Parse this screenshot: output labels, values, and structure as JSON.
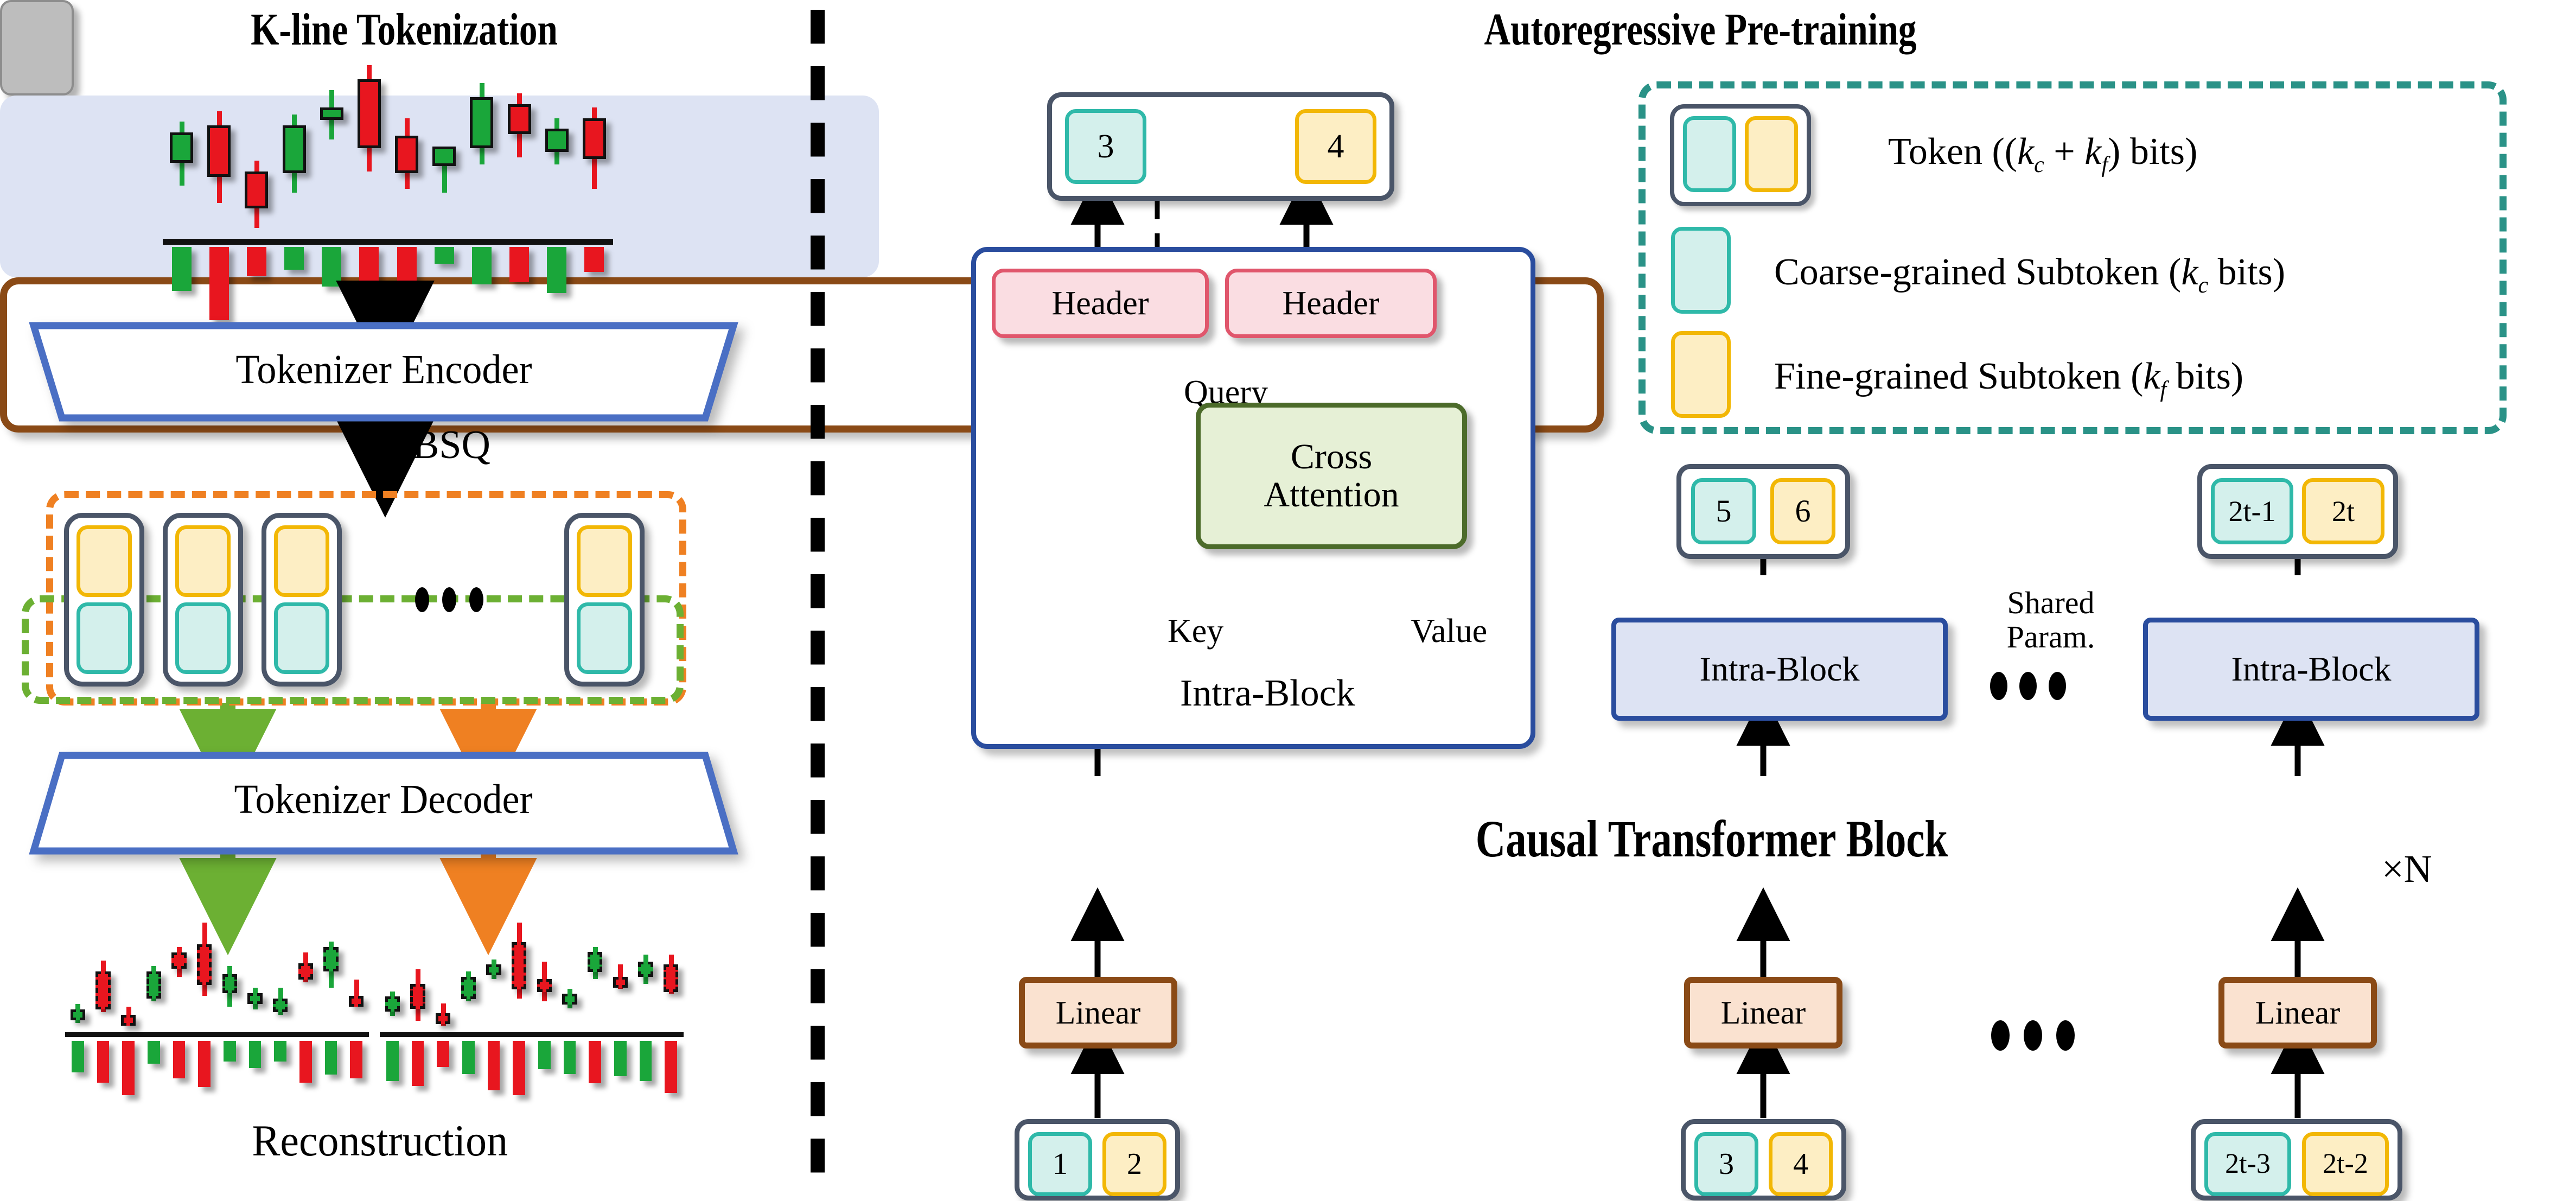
{
  "panels": {
    "left": {
      "title": "K-line Tokenization"
    },
    "right": {
      "title": "Autoregressive Pre-training"
    }
  },
  "left_panel": {
    "encoder_label": "Tokenizer Encoder",
    "decoder_label": "Tokenizer Decoder",
    "bsq_label": "BSQ",
    "reconstruction_label": "Reconstruction",
    "ellipsis": "•••"
  },
  "legend": {
    "items": [
      {
        "id": "token",
        "swatch": "token",
        "text": "Token ((kᴄ + kғ) bits)",
        "text_plain": "Token ((kc + kf) bits)"
      },
      {
        "id": "coarse",
        "swatch": "coarse",
        "text": "Coarse-grained Subtoken (kᴄ bits)",
        "text_plain": "Coarse-grained Subtoken (kc bits)"
      },
      {
        "id": "fine",
        "swatch": "fine",
        "text": "Fine-grained Subtoken (kғ bits)",
        "text_plain": "Fine-grained Subtoken (kf bits)"
      }
    ]
  },
  "right_panel": {
    "output_token": {
      "coarse": "3",
      "fine": "4"
    },
    "intra_block_detail": {
      "title": "Intra-Block",
      "header_left": "Header",
      "header_right": "Header",
      "cross_attention": "Cross\nAttention",
      "cross_attention_line1": "Cross",
      "cross_attention_line2": "Attention",
      "query_label": "Query",
      "key_label": "Key",
      "value_label": "Value"
    },
    "shared": {
      "label_line1": "Shared",
      "label_line2": "Param.",
      "ellipsis": "•••",
      "block_left_label": "Intra-Block",
      "block_right_label": "Intra-Block",
      "out_token_left": {
        "coarse": "5",
        "fine": "6"
      },
      "out_token_right": {
        "coarse": "2t-1",
        "fine": "2t"
      }
    },
    "transformer": {
      "label": "Causal Transformer Block",
      "repeat": "×N"
    },
    "linear_label": "Linear",
    "bottom_ellipsis": "•••",
    "input_tokens": [
      {
        "coarse": "1",
        "fine": "2"
      },
      {
        "coarse": "3",
        "fine": "4"
      },
      {
        "coarse": "2t-3",
        "fine": "2t-2"
      }
    ]
  },
  "colors": {
    "coarse_fill": "#d4f0ec",
    "coarse_border": "#2fb9a9",
    "fine_fill": "#fdeec4",
    "fine_border": "#f2b705",
    "token_frame": "#4a5568",
    "header_fill": "#fadde2",
    "header_border": "#e0566c",
    "attention_fill": "#e6f0d6",
    "attention_border": "#4c6b2a",
    "linear_fill": "#fae2d0",
    "linear_border": "#8a4a16",
    "intra_fill": "#dde3f3",
    "intra_border": "#2a4d9e",
    "trapezoid_border": "#4a6fc4",
    "dash_orange": "#ef8022",
    "dash_green": "#6cb033",
    "dash_teal": "#2a9287",
    "candle_up": "#1aa63a",
    "candle_down": "#e8161f",
    "gray_box": "#bdbdbd"
  },
  "chart_data": {
    "type": "candlestick",
    "title": "K-line Tokenization",
    "source_series": {
      "name": "original",
      "candles": [
        {
          "o": 52,
          "h": 72,
          "l": 36,
          "c": 66,
          "dir": "up",
          "vol": 42,
          "vdir": "up"
        },
        {
          "o": 70,
          "h": 78,
          "l": 26,
          "c": 44,
          "dir": "down",
          "vol": 70,
          "vdir": "down"
        },
        {
          "o": 44,
          "h": 50,
          "l": 12,
          "c": 26,
          "dir": "down",
          "vol": 28,
          "vdir": "down"
        },
        {
          "o": 46,
          "h": 76,
          "l": 32,
          "c": 70,
          "dir": "up",
          "vol": 22,
          "vdir": "up"
        },
        {
          "o": 76,
          "h": 90,
          "l": 62,
          "c": 80,
          "dir": "up",
          "vol": 38,
          "vdir": "up"
        },
        {
          "o": 96,
          "h": 104,
          "l": 44,
          "c": 60,
          "dir": "down",
          "vol": 78,
          "vdir": "down"
        },
        {
          "o": 64,
          "h": 74,
          "l": 34,
          "c": 46,
          "dir": "down",
          "vol": 60,
          "vdir": "down"
        },
        {
          "o": 50,
          "h": 56,
          "l": 32,
          "c": 58,
          "dir": "up",
          "vol": 16,
          "vdir": "up"
        },
        {
          "o": 60,
          "h": 94,
          "l": 48,
          "c": 86,
          "dir": "up",
          "vol": 36,
          "vdir": "up"
        },
        {
          "o": 82,
          "h": 88,
          "l": 52,
          "c": 68,
          "dir": "down",
          "vol": 34,
          "vdir": "down"
        },
        {
          "o": 58,
          "h": 74,
          "l": 48,
          "c": 68,
          "dir": "up",
          "vol": 44,
          "vdir": "up"
        },
        {
          "o": 74,
          "h": 80,
          "l": 34,
          "c": 54,
          "dir": "down",
          "vol": 24,
          "vdir": "down"
        }
      ]
    },
    "reconstruction_left": {
      "name": "reconstruction-coarse",
      "candles": [
        {
          "o": 20,
          "h": 28,
          "l": 14,
          "c": 24,
          "dir": "up",
          "vol": 30,
          "vdir": "up"
        },
        {
          "o": 52,
          "h": 60,
          "l": 22,
          "c": 28,
          "dir": "down",
          "vol": 40,
          "vdir": "down"
        },
        {
          "o": 20,
          "h": 26,
          "l": 12,
          "c": 16,
          "dir": "down",
          "vol": 52,
          "vdir": "down"
        },
        {
          "o": 36,
          "h": 56,
          "l": 30,
          "c": 52,
          "dir": "up",
          "vol": 22,
          "vdir": "up"
        },
        {
          "o": 58,
          "h": 70,
          "l": 48,
          "c": 66,
          "dir": "down",
          "vol": 36,
          "vdir": "down"
        },
        {
          "o": 72,
          "h": 88,
          "l": 34,
          "c": 46,
          "dir": "down",
          "vol": 44,
          "vdir": "down"
        },
        {
          "o": 40,
          "h": 56,
          "l": 26,
          "c": 50,
          "dir": "up",
          "vol": 20,
          "vdir": "up"
        },
        {
          "o": 32,
          "h": 40,
          "l": 24,
          "c": 36,
          "dir": "up",
          "vol": 26,
          "vdir": "up"
        },
        {
          "o": 26,
          "h": 40,
          "l": 20,
          "c": 32,
          "dir": "up",
          "vol": 20,
          "vdir": "up"
        },
        {
          "o": 58,
          "h": 66,
          "l": 44,
          "c": 50,
          "dir": "down",
          "vol": 40,
          "vdir": "down"
        },
        {
          "o": 56,
          "h": 74,
          "l": 40,
          "c": 70,
          "dir": "up",
          "vol": 32,
          "vdir": "up"
        },
        {
          "o": 34,
          "h": 46,
          "l": 26,
          "c": 30,
          "dir": "down",
          "vol": 36,
          "vdir": "down"
        }
      ]
    },
    "reconstruction_right": {
      "name": "reconstruction-fine",
      "candles": [
        {
          "o": 24,
          "h": 36,
          "l": 16,
          "c": 32,
          "dir": "up",
          "vol": 34,
          "vdir": "up"
        },
        {
          "o": 42,
          "h": 54,
          "l": 12,
          "c": 26,
          "dir": "down",
          "vol": 38,
          "vdir": "down"
        },
        {
          "o": 18,
          "h": 26,
          "l": 8,
          "c": 14,
          "dir": "down",
          "vol": 22,
          "vdir": "down"
        },
        {
          "o": 34,
          "h": 52,
          "l": 28,
          "c": 48,
          "dir": "up",
          "vol": 28,
          "vdir": "up"
        },
        {
          "o": 54,
          "h": 62,
          "l": 46,
          "c": 58,
          "dir": "up",
          "vol": 42,
          "vdir": "down"
        },
        {
          "o": 76,
          "h": 92,
          "l": 30,
          "c": 42,
          "dir": "down",
          "vol": 46,
          "vdir": "down"
        },
        {
          "o": 40,
          "h": 60,
          "l": 28,
          "c": 46,
          "dir": "down",
          "vol": 24,
          "vdir": "up"
        },
        {
          "o": 30,
          "h": 38,
          "l": 22,
          "c": 34,
          "dir": "up",
          "vol": 28,
          "vdir": "up"
        },
        {
          "o": 56,
          "h": 72,
          "l": 46,
          "c": 68,
          "dir": "up",
          "vol": 36,
          "vdir": "down"
        },
        {
          "o": 48,
          "h": 58,
          "l": 38,
          "c": 44,
          "dir": "down",
          "vol": 30,
          "vdir": "up"
        },
        {
          "o": 52,
          "h": 66,
          "l": 42,
          "c": 60,
          "dir": "up",
          "vol": 34,
          "vdir": "up"
        },
        {
          "o": 58,
          "h": 66,
          "l": 34,
          "c": 40,
          "dir": "down",
          "vol": 44,
          "vdir": "down"
        }
      ]
    }
  }
}
